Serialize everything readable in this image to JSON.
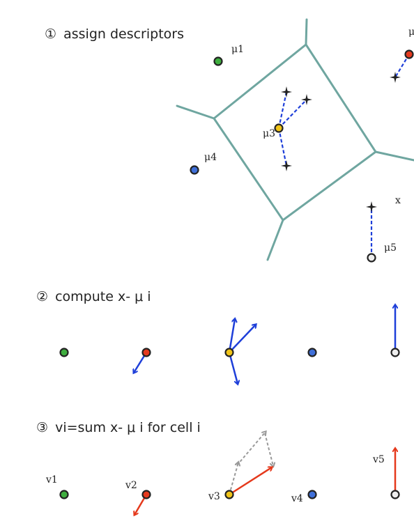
{
  "steps": [
    {
      "number": "①",
      "text": "assign descriptors"
    },
    {
      "number": "②",
      "text": "compute x- μ i"
    },
    {
      "number": "③",
      "text": "vi=sum x- μ i for cell i"
    }
  ],
  "labels": {
    "mu1": "μ1",
    "mu3": "μ3",
    "mu4": "μ4",
    "mu5": "μ5",
    "mu2_partial": "μ",
    "x": "x",
    "v1": "v1",
    "v2": "v2",
    "v3": "v3",
    "v4": "v4",
    "v5": "v5"
  },
  "colors": {
    "green": "#3fae3f",
    "red": "#e53a1e",
    "yellow": "#f0c419",
    "blue": "#3f6fd8",
    "white": "#eeeeee",
    "voronoi": "#6fa6a0",
    "vector_blue": "#1e3fd9",
    "vector_red": "#e5391c",
    "vector_gray": "#999999"
  }
}
